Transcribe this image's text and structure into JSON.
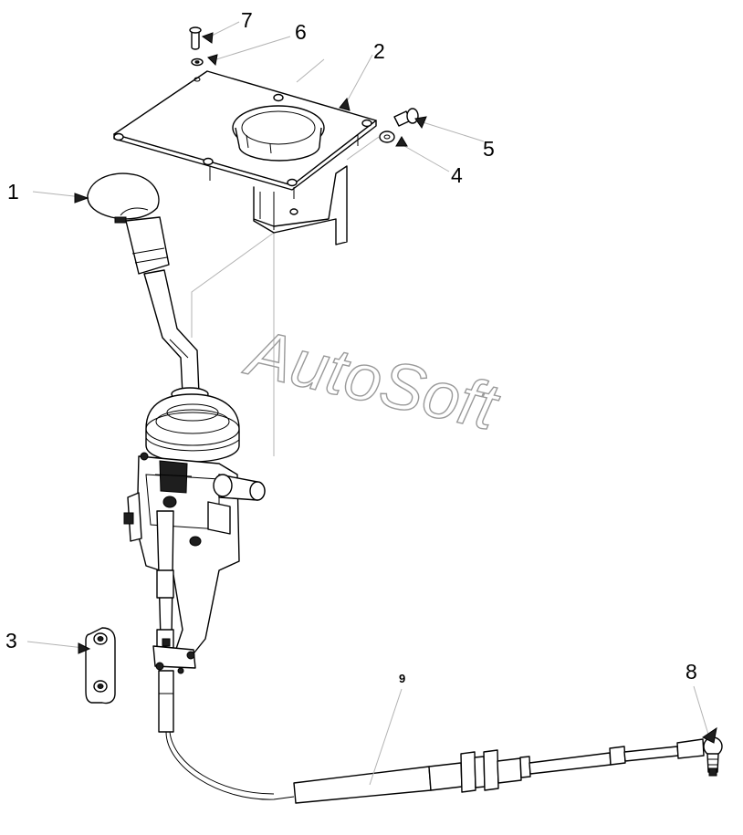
{
  "diagram": {
    "watermark": "AutoSoft",
    "callouts": [
      {
        "id": "1",
        "label": "1"
      },
      {
        "id": "2",
        "label": "2"
      },
      {
        "id": "3",
        "label": "3"
      },
      {
        "id": "4",
        "label": "4"
      },
      {
        "id": "5",
        "label": "5"
      },
      {
        "id": "6",
        "label": "6"
      },
      {
        "id": "7",
        "label": "7"
      },
      {
        "id": "8",
        "label": "8"
      },
      {
        "id": "9",
        "label": "9"
      }
    ]
  }
}
